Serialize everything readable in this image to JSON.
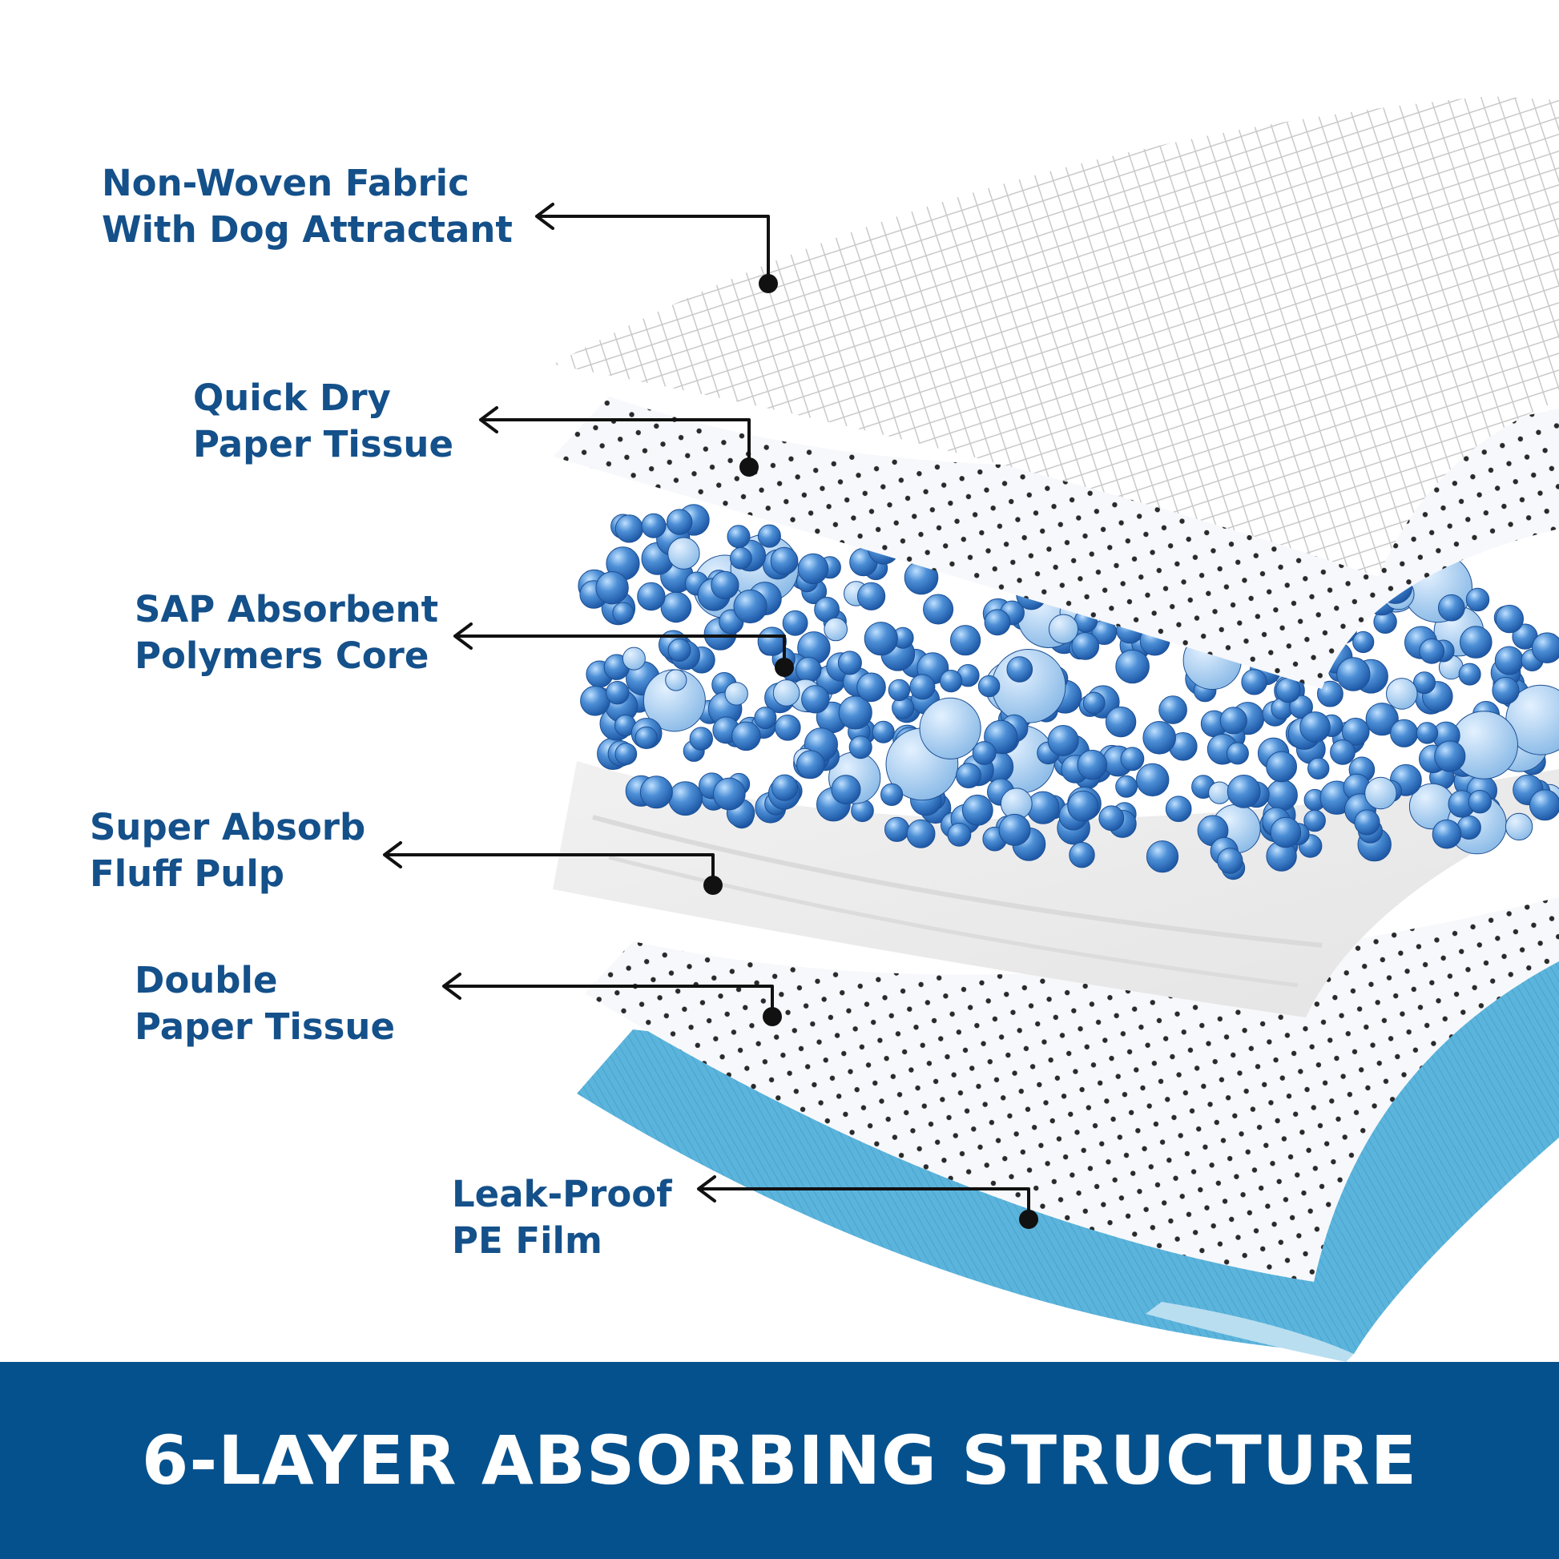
{
  "layers": [
    {
      "id": "nonwoven",
      "lines": [
        "Non-Woven Fabric",
        "With Dog Attractant"
      ]
    },
    {
      "id": "quickdry",
      "lines": [
        "Quick Dry",
        "Paper Tissue"
      ]
    },
    {
      "id": "sap",
      "lines": [
        "SAP Absorbent",
        "Polymers Core"
      ]
    },
    {
      "id": "fluff",
      "lines": [
        "Super Absorb",
        "Fluff Pulp"
      ]
    },
    {
      "id": "double",
      "lines": [
        "Double",
        "Paper Tissue"
      ]
    },
    {
      "id": "pefilm",
      "lines": [
        "Leak-Proof",
        "PE Film"
      ]
    }
  ],
  "footer": {
    "title": "6-LAYER ABSORBING STRUCTURE"
  },
  "colors": {
    "label": "#14508a",
    "footer_bg": "#05518d",
    "footer_text": "#ffffff",
    "bead": "#3f7fc9",
    "film": "#5bb4dc"
  }
}
